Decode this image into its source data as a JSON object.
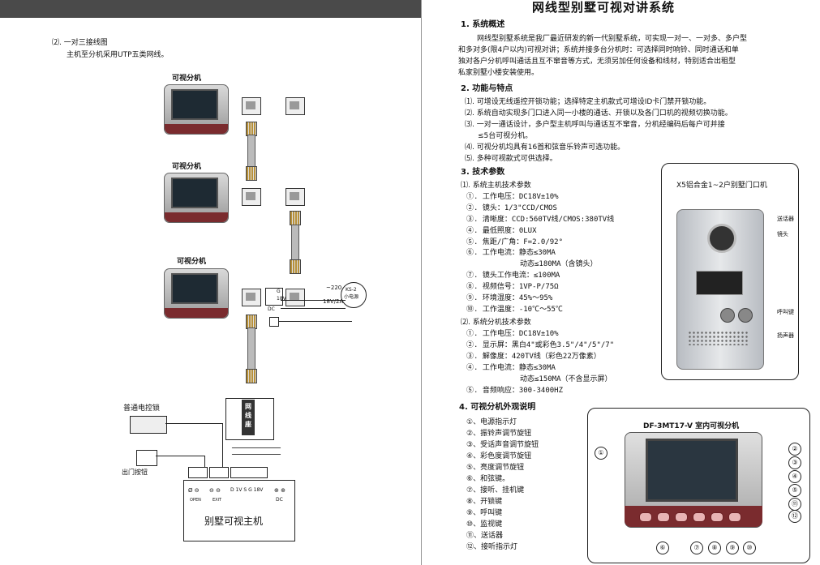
{
  "doc_title": "网线型别墅可视对讲系统",
  "left": {
    "section_heading": "⑵. 一对三接线图",
    "section_note": "主机至分机采用UTP五类网线。",
    "monitor_label": "可视分机",
    "power": {
      "input": "~220",
      "output": "18V/2A",
      "device_name": "KS-2",
      "device_desc": "小电源"
    },
    "terminal_mini": {
      "top": "G",
      "bottom": "18V",
      "side": "DC"
    },
    "lock_label": "普通电控锁",
    "exit_button_label": "出门按钮",
    "junction_box_label": "网线座",
    "host_terminals": [
      "Ø ⊖",
      "⊖ ⊖",
      "D 1V S G 18V",
      "⊕ ⊕"
    ],
    "host_terminal_labels": [
      "OPEN",
      "EXIT",
      "",
      "DC"
    ],
    "host_label": "别墅可视主机"
  },
  "right": {
    "s1_heading": "1. 系统概述",
    "s1_lines": [
      "网线型别墅系统是我厂最近研发的新一代别墅系统，可实现一对一、一对多、多户型",
      "和多对多(限4户以内)可视对讲；系统并接多台分机时：可选择同时响铃、同时通话和单",
      "独对各户分机呼叫通话且互不窜音等方式，无须另加任何设备和线材，特别适合出租型",
      "私家别墅小楼安装使用。"
    ],
    "s2_heading": "2. 功能与特点",
    "s2_lines": [
      "⑴. 可增设无线遥控开锁功能；选择特定主机款式可增设ID卡门禁开锁功能。",
      "⑵. 系统自动实现多门口进入同一小楼的通话、开锁以及各门口机的视频切换功能。",
      "⑶. 一对一通话设计，多户型主机呼叫与通话互不窜音，分机经编码后每户可并接",
      "≤5台可视分机。",
      "⑷. 可视分机均具有16首和弦音乐铃声可选功能。",
      "⑸. 多种可视款式可供选择。"
    ],
    "s3_heading": "3. 技术参数",
    "s3_sub1": "⑴. 系统主机技术参数",
    "s3_list1": [
      "①. 工作电压：DC18V±10%",
      "②. 镜头：1/3\"CCD/CMOS",
      "③. 清晰度：CCD:560TV线/CMOS:380TV线",
      "④. 最低照度：0LUX",
      "⑤. 焦距/广角：F=2.0/92°",
      "⑥. 工作电流：静态≤30MA",
      "动态≤180MA（含镜头）",
      "⑦. 镜头工作电流：≤100MA",
      "⑧. 视频信号：1VP-P/75Ω",
      "⑨. 环境湿度：45%～95%",
      "⑩. 工作温度：-10℃～55℃"
    ],
    "s3_sub2": "⑵. 系统分机技术参数",
    "s3_list2": [
      "①. 工作电压：DC18V±10%",
      "②. 显示屏：黑白4\"或彩色3.5\"/4\"/5\"/7\"",
      "③. 解像度：420TV线（彩色22万像素）",
      "④. 工作电流：静态≤30MA",
      "动态≤150MA（不含显示屏）",
      "⑤. 音频响应：300-3400HZ"
    ],
    "door_panel": {
      "title": "X5铝合金1~2户别墅门口机",
      "labels": [
        "送话器",
        "镜头",
        "呼叫键",
        "扬声器"
      ]
    },
    "s4_heading": "4. 可视分机外观说明",
    "s4_list": [
      "①、电源指示灯",
      "②、振铃声调节旋钮",
      "③、受话声音调节旋钮",
      "④、彩色度调节旋钮",
      "⑤、亮度调节旋钮",
      "⑥、和弦键。",
      "⑦、接听、挂机键",
      "⑧、开锁键",
      "⑨、呼叫键",
      "⑩、监视键",
      "⑪、送话器",
      "⑫、接听指示灯"
    ],
    "indoor_unit": {
      "title": "DF-3MT17-V 室内可视分机",
      "callouts": [
        "①",
        "②",
        "③",
        "④",
        "⑤",
        "⑪",
        "⑫",
        "⑥",
        "⑦",
        "⑧",
        "⑨",
        "⑩"
      ]
    }
  }
}
